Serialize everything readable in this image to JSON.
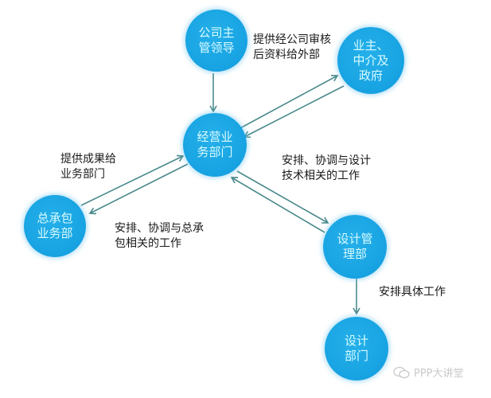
{
  "nodes": {
    "company_director": {
      "label": "公司主\n管领导"
    },
    "owner_agency_gov": {
      "label": "业主、\n中介及\n政府"
    },
    "business_dept": {
      "label": "经营业\n务部门"
    },
    "epc_business_dept": {
      "label": "总承包\n业务部"
    },
    "design_mgmt_dept": {
      "label": "设计管\n理部"
    },
    "design_dept": {
      "label": "设计\n部门"
    }
  },
  "edge_labels": {
    "director_to_business": "提供经公司审核\n后资料给外部",
    "business_to_epc": "提供成果给\n业务部门",
    "business_to_design_mgmt": "安排、协调与设计\n技术相关的工作",
    "epc_coordination": "安排、协调与总承\n包相关的工作",
    "design_mgmt_to_design": "安排具体工作"
  },
  "watermark": {
    "text": "PPP大讲堂",
    "icon": "wechat-icon"
  },
  "colors": {
    "node_fill": "#17a2e2",
    "node_text": "#d8fbff",
    "arrow": "#4a8a8c",
    "text": "#1a1a1a"
  }
}
